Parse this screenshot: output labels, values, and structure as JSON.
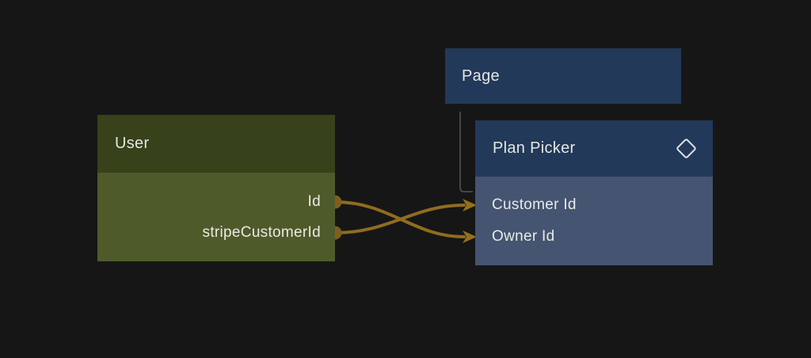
{
  "canvas": {
    "background": "#161616"
  },
  "nodes": {
    "page": {
      "title": "Page"
    },
    "user": {
      "title": "User",
      "fields": [
        {
          "label": "Id",
          "port": "output"
        },
        {
          "label": "stripeCustomerId",
          "port": "output"
        }
      ]
    },
    "plan_picker": {
      "title": "Plan Picker",
      "icon": "diamond-icon",
      "fields": [
        {
          "label": "Customer Id",
          "port": "input"
        },
        {
          "label": "Owner Id",
          "port": "input"
        }
      ]
    }
  },
  "edges": [
    {
      "from": "User.Id",
      "to": "Plan Picker.Owner Id"
    },
    {
      "from": "User.stripeCustomerId",
      "to": "Plan Picker.Customer Id"
    }
  ],
  "parent_connector": {
    "from": "Page",
    "to": "Plan Picker"
  },
  "colors": {
    "background": "#161616",
    "user_header": "#37411a",
    "user_body": "#4f5a2b",
    "blue_header": "#22395a",
    "blue_body": "#455471",
    "wire_gold": "#8f6c20",
    "port_gold": "#7d5f20",
    "parent_wire_gray": "#555555",
    "text": "#e4e6e1"
  }
}
